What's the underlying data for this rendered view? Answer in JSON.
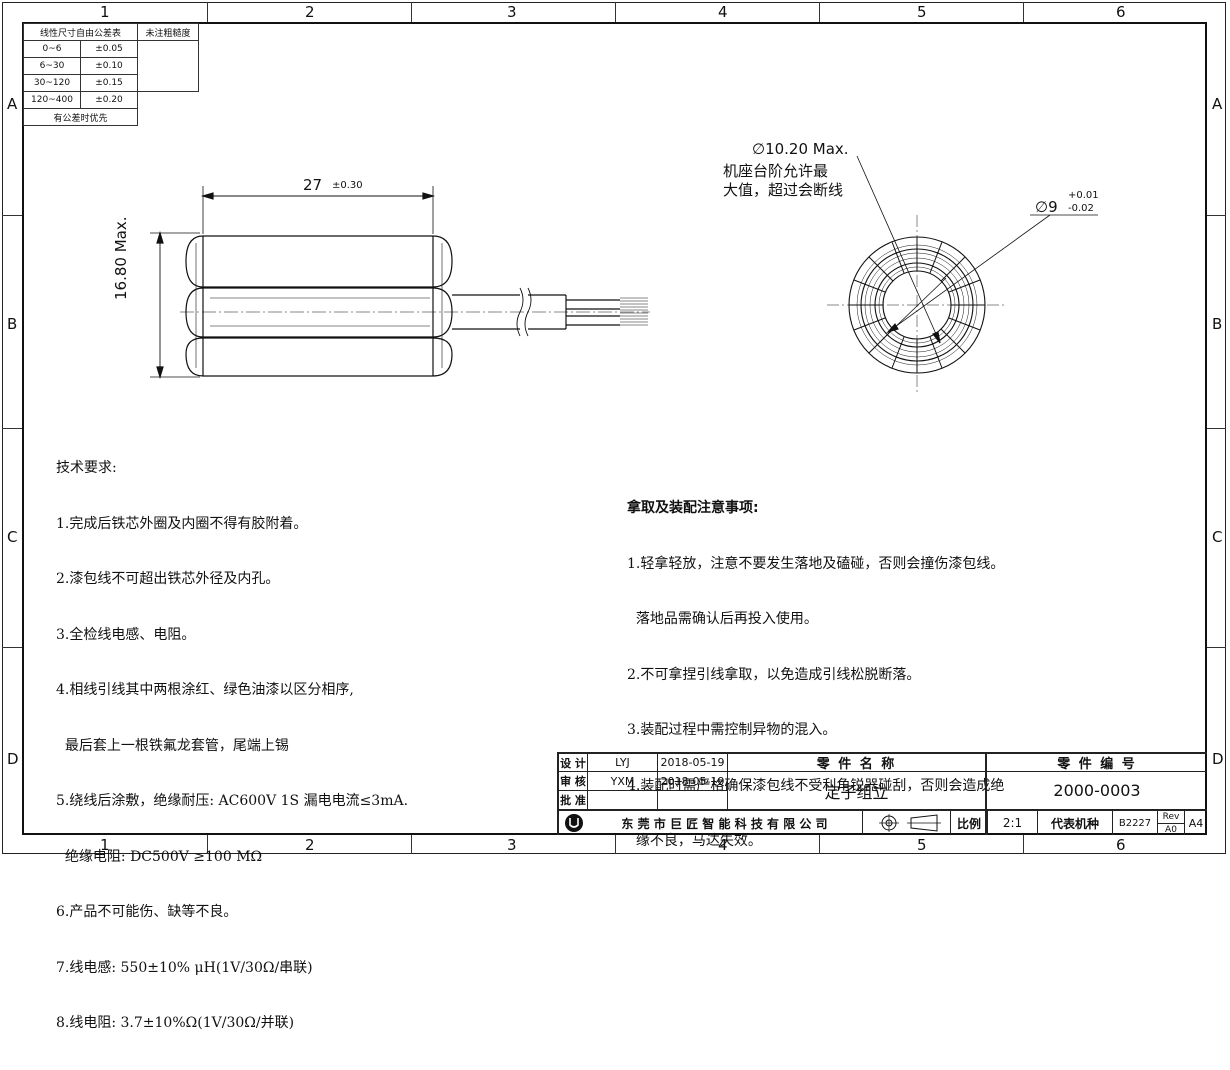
{
  "zones": {
    "cols": [
      "1",
      "2",
      "3",
      "4",
      "5",
      "6"
    ],
    "rows": [
      "A",
      "B",
      "C",
      "D"
    ]
  },
  "tolerance_table": {
    "header": [
      "线性尺寸自由公差表",
      "未注粗糙度"
    ],
    "rows": [
      [
        "0~6",
        "±0.05"
      ],
      [
        "6~30",
        "±0.10"
      ],
      [
        "30~120",
        "±0.15"
      ],
      [
        "120~400",
        "±0.20"
      ]
    ],
    "footer": "有公差时优先"
  },
  "dimensions": {
    "length": "27",
    "length_tol": "±0.30",
    "height": "16.80 Max.",
    "outer_dia": "∅10.20 Max.",
    "outer_note_1": "机座台阶允许最",
    "outer_note_2": "大值，超过会断线",
    "inner_dia": "∅9",
    "inner_tol_upper": "+0.01",
    "inner_tol_lower": "-0.02"
  },
  "tech_requirements": {
    "title": "技术要求:",
    "lines": [
      "1.完成后铁芯外圈及内圈不得有胶附着。",
      "2.漆包线不可超出铁芯外径及内孔。",
      "3.全检线电感、电阻。",
      "4.相线引线其中两根涂红、绿色油漆以区分相序,",
      "  最后套上一根铁氟龙套管，尾端上锡",
      "5.绕线后涂敷，绝缘耐压: AC600V 1S 漏电电流≤3mA.",
      "  绝缘电阻: DC500V ≥100 MΩ",
      "6.产品不可能伤、缺等不良。",
      "7.线电感: 550±10% μH(1V/30Ω/串联)",
      "8.线电阻: 3.7±10%Ω(1V/30Ω/并联)"
    ]
  },
  "handling_notes": {
    "title": "拿取及装配注意事项:",
    "lines": [
      "1.轻拿轻放，注意不要发生落地及磕碰，否则会撞伤漆包线。",
      "  落地品需确认后再投入使用。",
      "2.不可拿捏引线拿取，以免造成引线松脱断落。",
      "3.装配过程中需控制异物的混入。",
      "4.装配时需严格确保漆包线不受利角锐器碰刮，否则会造成绝",
      "  缘不良，马达失效。"
    ]
  },
  "title_block": {
    "design_label": "设 计",
    "design_name": "LYJ",
    "design_date": "2018-05-19",
    "review_label": "审 核",
    "review_name": "YXM",
    "review_date": "2018-05-19",
    "approve_label": "批 准",
    "part_name_label": "零 件 名 称",
    "part_name": "定子组立",
    "part_no_label": "零 件 编 号",
    "part_no": "2000-0003",
    "company": "东 莞 市 巨 匠 智 能 科 技 有 限 公 司",
    "scale_label": "比例",
    "scale": "2:1",
    "model_label": "代表机种",
    "model": "B2227",
    "rev_label": "Rev",
    "rev": "A0",
    "size": "A4"
  }
}
